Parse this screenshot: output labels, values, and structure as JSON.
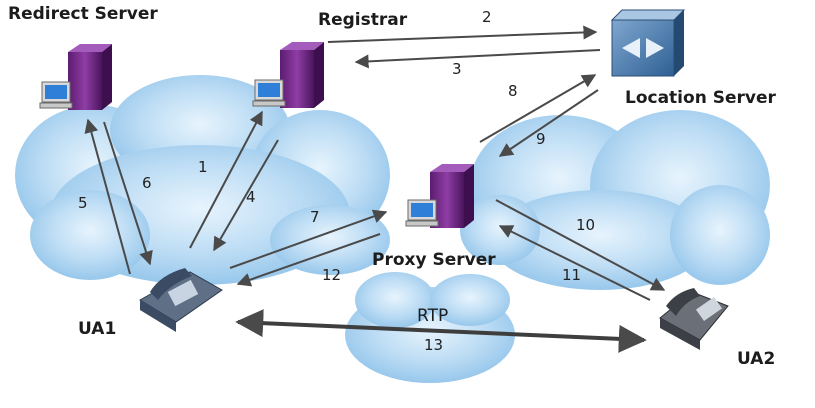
{
  "nodes": {
    "redirect_server": "Redirect Server",
    "registrar": "Registrar",
    "location_server": "Location Server",
    "proxy_server": "Proxy Server",
    "ua1": "UA1",
    "ua2": "UA2",
    "rtp": "RTP"
  },
  "steps": [
    "1",
    "2",
    "3",
    "4",
    "5",
    "6",
    "7",
    "8",
    "9",
    "10",
    "11",
    "12",
    "13"
  ],
  "colors": {
    "cloud": "#b9dcf5",
    "cloud_edge": "#8fc3ea",
    "arrow": "#4a4a4a",
    "server": "#7b2f8e",
    "screen": "#2f7fd8"
  }
}
